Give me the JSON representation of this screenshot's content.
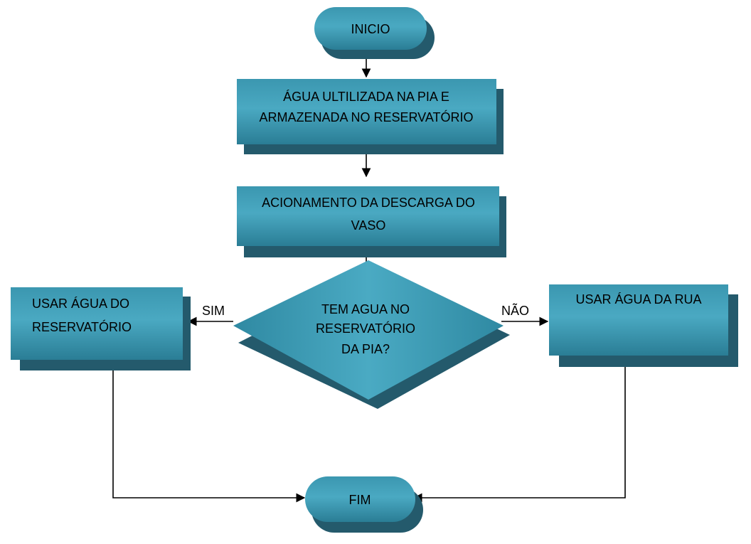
{
  "flowchart": {
    "start": {
      "label": "INICIO"
    },
    "step_1": {
      "lines": [
        "ÁGUA ULTILIZADA NA PIA E",
        "ARMAZENADA NO RESERVATÓRIO"
      ]
    },
    "step_2": {
      "lines": [
        "ACIONAMENTO DA DESCARGA DO",
        "VASO"
      ]
    },
    "decision": {
      "lines": [
        "TEM AGUA NO",
        "RESERVATÓRIO",
        "DA PIA?"
      ]
    },
    "branch_yes": {
      "label": "SIM",
      "lines": [
        "USAR ÁGUA DO",
        "RESERVATÓRIO"
      ]
    },
    "branch_no": {
      "label": "NÃO",
      "lines": [
        "USAR ÁGUA DA RUA"
      ]
    },
    "end": {
      "label": "FIM"
    }
  },
  "colors": {
    "shape_fill_light": "#49a8c1",
    "shape_fill_dark": "#2c7f98",
    "shadow": "#245a6c",
    "line": "#000000",
    "background": "#ffffff"
  }
}
